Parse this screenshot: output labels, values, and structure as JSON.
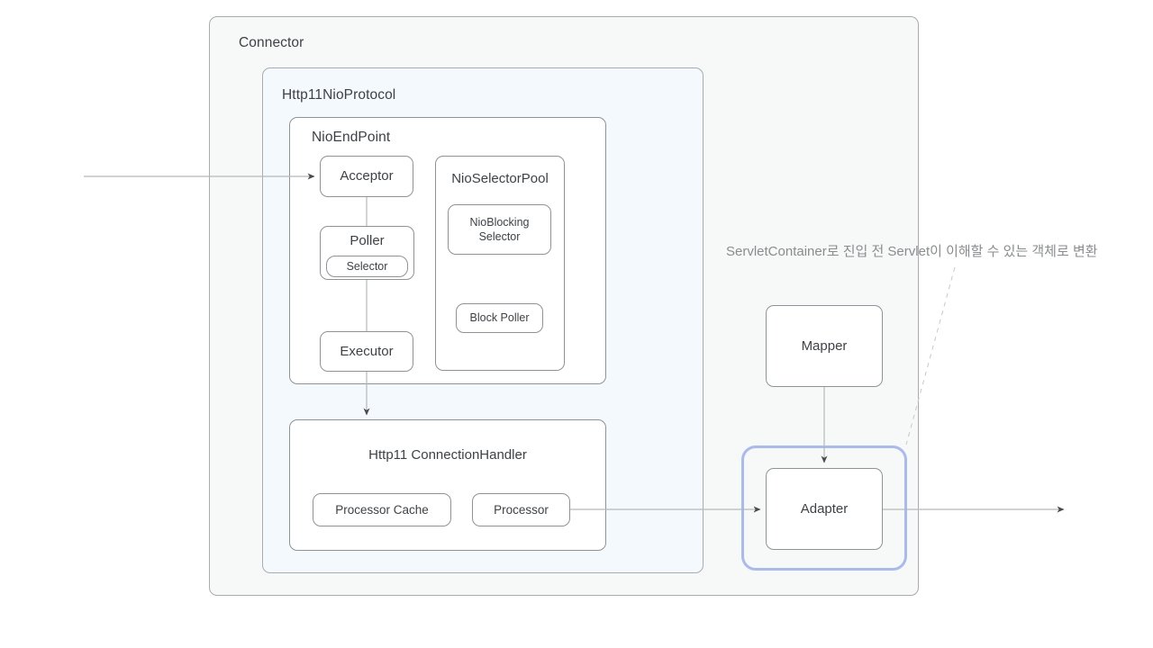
{
  "diagram": {
    "connector_label": "Connector",
    "protocol_label": "Http11NioProtocol",
    "endpoint_label": "NioEndPoint",
    "acceptor_label": "Acceptor",
    "poller_label": "Poller",
    "selector_label": "Selector",
    "executor_label": "Executor",
    "selector_pool_label": "NioSelectorPool",
    "nio_blocking_selector_label": "NioBlocking Selector",
    "block_poller_label": "Block Poller",
    "connection_handler_label": "Http11 ConnectionHandler",
    "processor_cache_label": "Processor Cache",
    "processor_label": "Processor",
    "mapper_label": "Mapper",
    "adapter_label": "Adapter",
    "annotation": "ServletContainer로 진입 전 Servlet이 이해할 수 있는 객체로 변환"
  },
  "colors": {
    "connector_fill": "#f7f8f8",
    "protocol_fill": "#f3f9fc",
    "container_border": "#a9acae",
    "box_border": "#8f9397",
    "highlight": "#a8baf0",
    "line": "#b5b8ba",
    "callout": "#c6c8ca",
    "arrowhead": "#47494b",
    "text": "#3e4246",
    "annotation_text": "#8a8c8e"
  }
}
